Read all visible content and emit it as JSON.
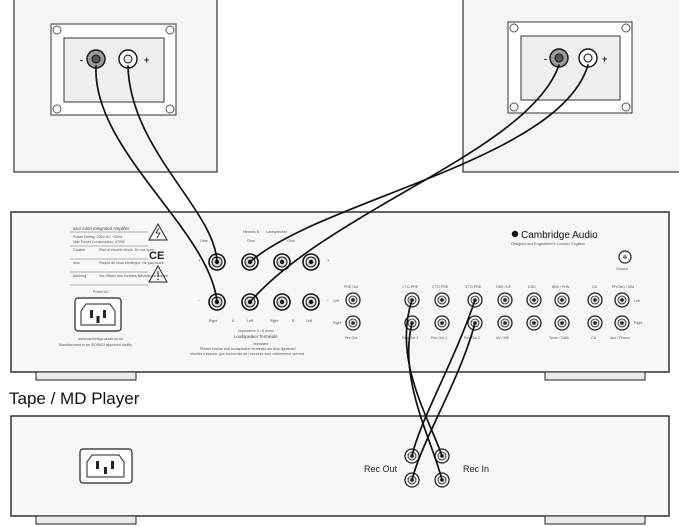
{
  "speakers": {
    "left_terminals": [
      "-",
      "+"
    ],
    "right_terminals": [
      "-",
      "+"
    ]
  },
  "amplifier": {
    "model": "azur 640A Integrated Amplifier",
    "specs": [
      "Power Rating: 230V AC ~50Hz",
      "Max Power Consumption: 470W"
    ],
    "caution_label": "Caution",
    "caution_text": "Risk of electric shock. Do not open",
    "avis_label": "Avis",
    "avis_text": "Risque de choc electrique. Ne pas ouvrir",
    "achtung_label": "Achtung",
    "achtung_text": "Vor Offnen des Gerates Netzstecker ziehen",
    "ce_mark": "CE",
    "power_label": "Power AC",
    "website": "www.cambridge-audio.co.uk",
    "iso": "Manufactured in an ISO9002 approved facility",
    "speaker_top_labels": [
      "Hinweis B",
      "Lautsprecher",
      "Ohm",
      "Ohm"
    ],
    "polarity": [
      "+",
      "-",
      "+",
      "-"
    ],
    "side_labels": [
      "Ohm",
      "Right",
      "A",
      "Left",
      "Right",
      "B",
      "Left"
    ],
    "impedance": "Impedance 4 - 8 ohms",
    "loudspeaker_terminals": "Loudspeaker Terminals",
    "important_title": "Important",
    "important_line1": "Please ensure that loudspeaker terminals are fully tightened",
    "important_line2": "Veuillez s'assurer que les bornes de l'enceinte sont entierement serrees",
    "brand": "Cambridge Audio",
    "tagline": "Designed and Engineered in London, England",
    "ground_label": "Ground",
    "input_top_labels": [
      "1 TO PRE",
      "2 TO PRE",
      "3 TO PRE",
      "DBS / DF",
      "DSD",
      "BB5 / PHN",
      "CD",
      "PHONO / MM"
    ],
    "io_row_labels": [
      "Left",
      "Right"
    ],
    "bottom_labels": [
      "Pre Out",
      "Rec Out 1",
      "Rec Out 1",
      "Rec Out 2",
      "AV / MD",
      "Tuner / DAB",
      "CD",
      "Aux / Phono"
    ]
  },
  "section_title": "Tape / MD Player",
  "tape": {
    "rec_out": "Rec Out",
    "rec_in": "Rec In"
  }
}
